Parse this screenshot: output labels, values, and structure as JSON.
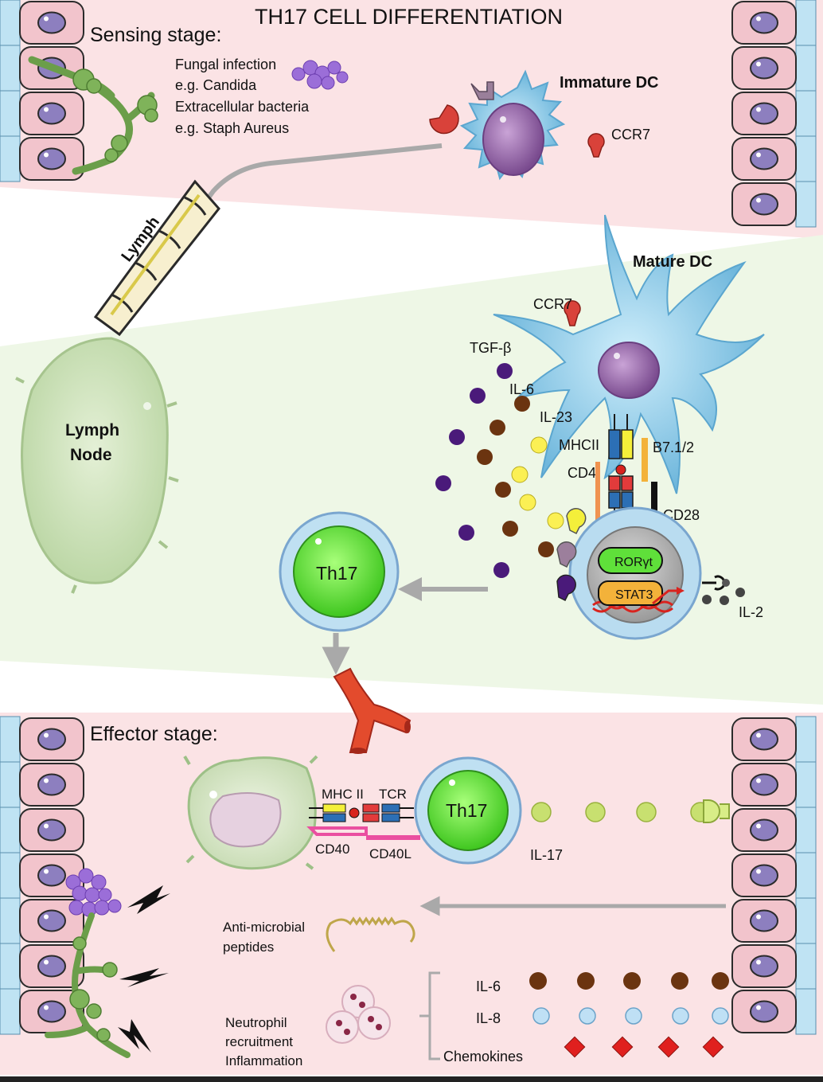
{
  "title": "TH17 CELL DIFFERENTIATION",
  "sensing": {
    "heading": "Sensing stage:",
    "pathogen_lines": [
      "Fungal infection",
      "e.g. Candida",
      "Extracellular bacteria",
      "e.g. Staph Aureus"
    ],
    "immature_dc": "Immature DC",
    "ccr7": "CCR7",
    "lymph": "Lymph",
    "lymph_node_lines": [
      "Lymph",
      "Node"
    ]
  },
  "priming": {
    "mature_dc": "Mature DC",
    "ccr7": "CCR7",
    "tgf_beta": "TGF-β",
    "il6": "IL-6",
    "il23": "IL-23",
    "mhcii": "MHCII",
    "cd4": "CD4",
    "b7": "B7.1/2",
    "cd28": "CD28",
    "ror": "RORγt",
    "stat3": "STAT3",
    "il2": "IL-2",
    "th17": "Th17"
  },
  "effector": {
    "heading": "Effector stage:",
    "mhc2": "MHC II",
    "tcr": "TCR",
    "th17": "Th17",
    "cd40": "CD40",
    "cd40l": "CD40L",
    "il17": "IL-17",
    "amp_lines": [
      "Anti-microbial",
      "peptides"
    ],
    "neutro_lines": [
      "Neutrophil",
      "recruitment",
      "Inflammation"
    ],
    "il6": "IL-6",
    "il8": "IL-8",
    "chemokines": "Chemokines"
  },
  "colors": {
    "sensing_bg": "#fbe3e5",
    "priming_bg": "#eef7e6",
    "effector_bg": "#fbe3e5",
    "epithelial": "#f2c4cc",
    "dc_blue": "#8ccbe8",
    "th17_green": "#5fe03a",
    "arrow_grey": "#a9a9a9",
    "tgf_purple": "#4a1a7a",
    "il6_brown": "#6b3410",
    "il23_yellow": "#fbf054",
    "il17_green": "#c8e070",
    "il8_blue": "#bfe0f5",
    "chemokine_red": "#e0201e"
  }
}
